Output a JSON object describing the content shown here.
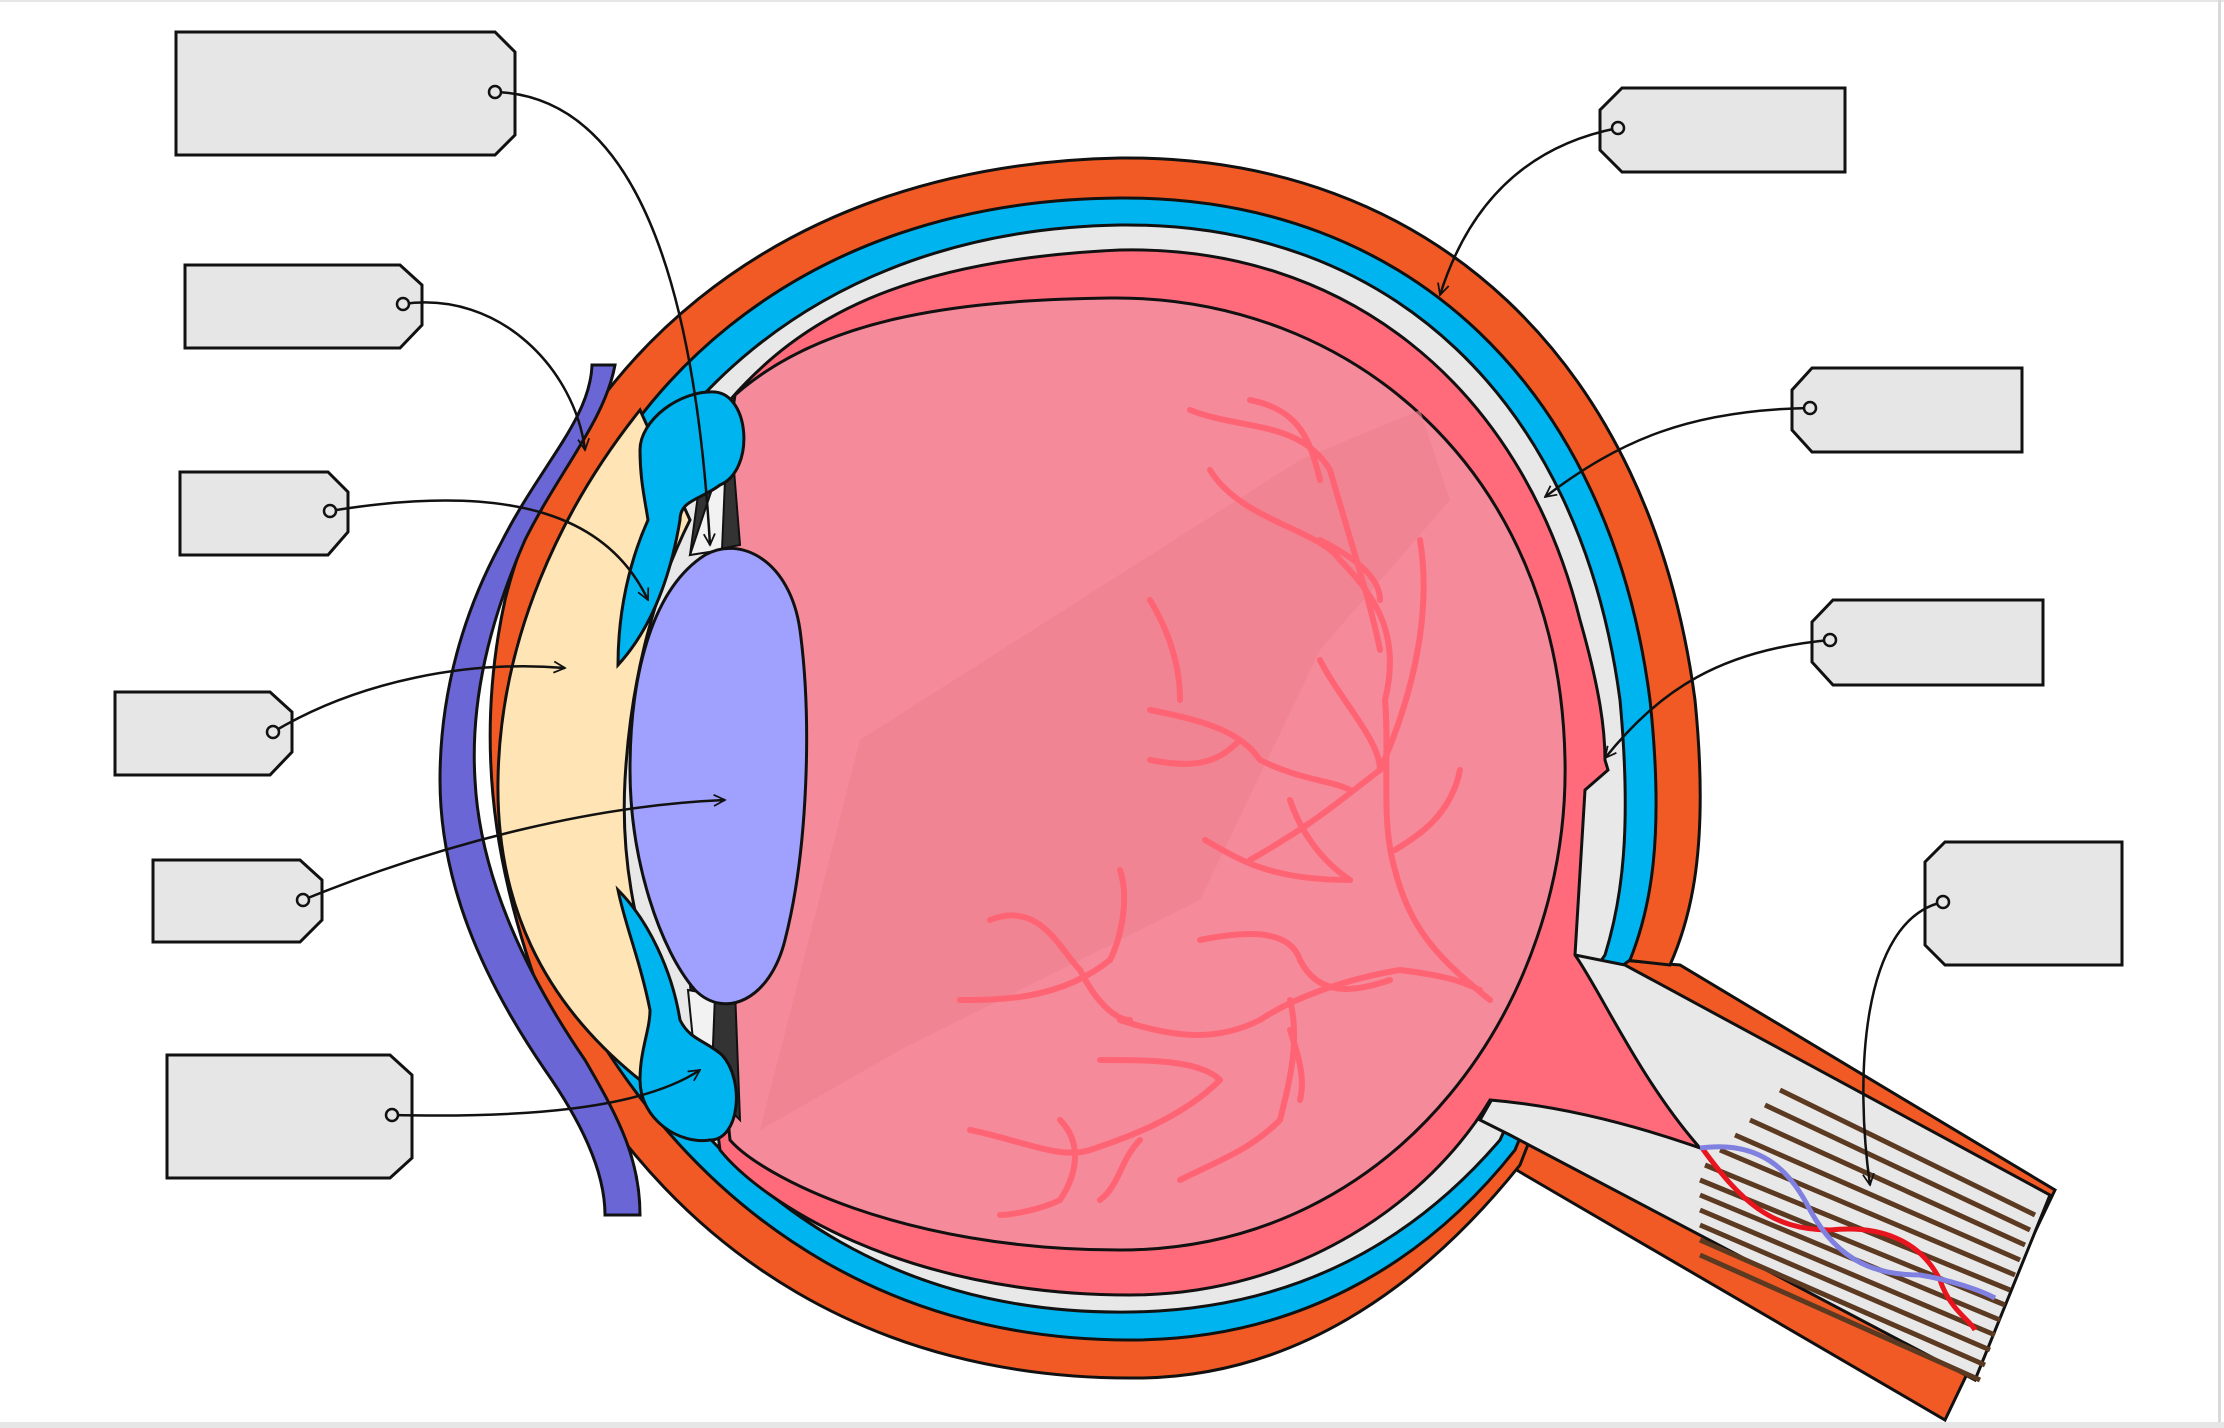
{
  "diagram": {
    "labels": [
      {
        "id": "top-left-1",
        "text": ""
      },
      {
        "id": "left-2",
        "text": ""
      },
      {
        "id": "left-3",
        "text": ""
      },
      {
        "id": "left-4",
        "text": ""
      },
      {
        "id": "left-5",
        "text": ""
      },
      {
        "id": "left-6",
        "text": ""
      },
      {
        "id": "right-1",
        "text": ""
      },
      {
        "id": "right-2",
        "text": ""
      },
      {
        "id": "right-3",
        "text": ""
      },
      {
        "id": "right-4",
        "text": ""
      }
    ],
    "colors": {
      "sclera": "#f15a24",
      "choroid": "#00b4f0",
      "retina": "#ff6b7a",
      "vitreous": "#f58a9a",
      "vitreous_shade": "#ee8090",
      "lens": "#a0a0ff",
      "cornea": "#6b66d6",
      "aqueous": "#ffe4b5",
      "ciliary": "#00b4f0",
      "nerve_fiber": "#5b3a21",
      "artery": "#e8141e",
      "vein": "#8080e0",
      "label_fill": "#e6e6e6",
      "gap": "#e8e8e8",
      "dark": "#333333",
      "vessels": "#ff6474"
    }
  }
}
